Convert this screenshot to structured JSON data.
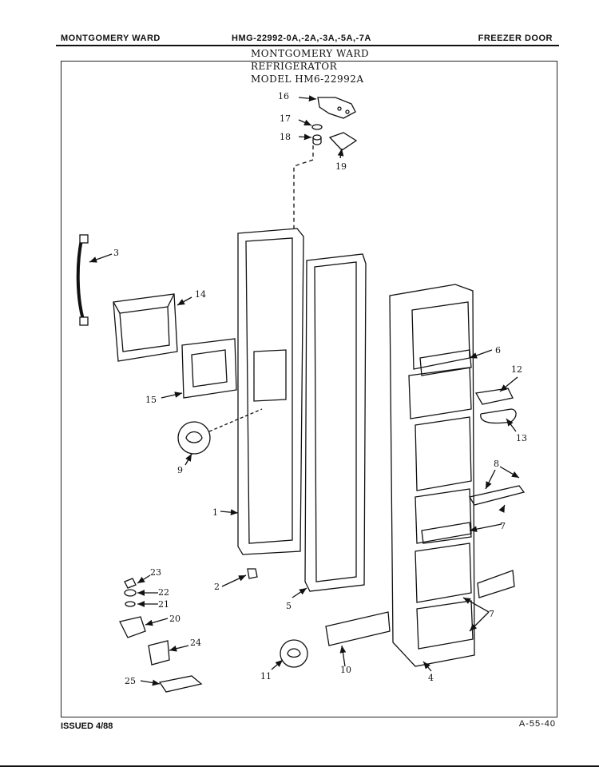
{
  "header": {
    "brand": "MONTGOMERY WARD",
    "models": "HMG-22992-0A,-2A,-3A,-5A,-7A",
    "section": "FREEZER DOOR"
  },
  "title": {
    "line1": "MONTGOMERY WARD",
    "line2": "REFRIGERATOR",
    "line3": "MODEL HM6-22992A"
  },
  "footer": {
    "issued": "ISSUED 4/88",
    "page_code": "A-55-40"
  },
  "callouts": {
    "c1": "1",
    "c2": "2",
    "c3": "3",
    "c4": "4",
    "c5": "5",
    "c6": "6",
    "c7a": "7",
    "c7b": "7",
    "c8": "8",
    "c9": "9",
    "c10": "10",
    "c11": "11",
    "c12": "12",
    "c13": "13",
    "c14": "14",
    "c15": "15",
    "c16": "16",
    "c17": "17",
    "c18": "18",
    "c19": "19",
    "c20": "20",
    "c21": "21",
    "c22": "22",
    "c23": "23",
    "c24": "24",
    "c25": "25"
  }
}
